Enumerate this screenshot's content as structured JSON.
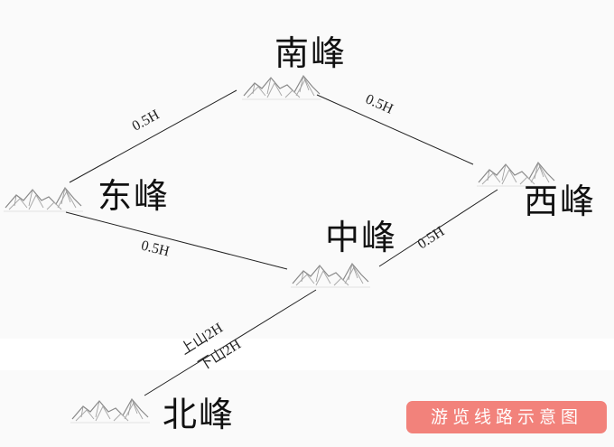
{
  "peaks": {
    "south": {
      "name": "南峰",
      "icon": "mountain-icon"
    },
    "east": {
      "name": "东峰",
      "icon": "mountain-icon"
    },
    "west": {
      "name": "西峰",
      "icon": "mountain-icon"
    },
    "center": {
      "name": "中峰",
      "icon": "mountain-icon"
    },
    "north": {
      "name": "北峰",
      "icon": "mountain-icon"
    }
  },
  "routes": {
    "east_south": {
      "from": "东峰",
      "to": "南峰",
      "label": "0.5H"
    },
    "south_west": {
      "from": "南峰",
      "to": "西峰",
      "label": "0.5H"
    },
    "east_center": {
      "from": "东峰",
      "to": "中峰",
      "label": "0.5H"
    },
    "west_center": {
      "from": "西峰",
      "to": "中峰",
      "label": "0.5H"
    },
    "center_north": {
      "from": "中峰",
      "to": "北峰",
      "label_up": "上山2H",
      "label_down": "下山2H"
    }
  },
  "legend": {
    "title": "游览线路示意图",
    "color": "#f2827b"
  },
  "colors": {
    "background": "#fafafa",
    "line": "#222222",
    "text": "#111111"
  }
}
